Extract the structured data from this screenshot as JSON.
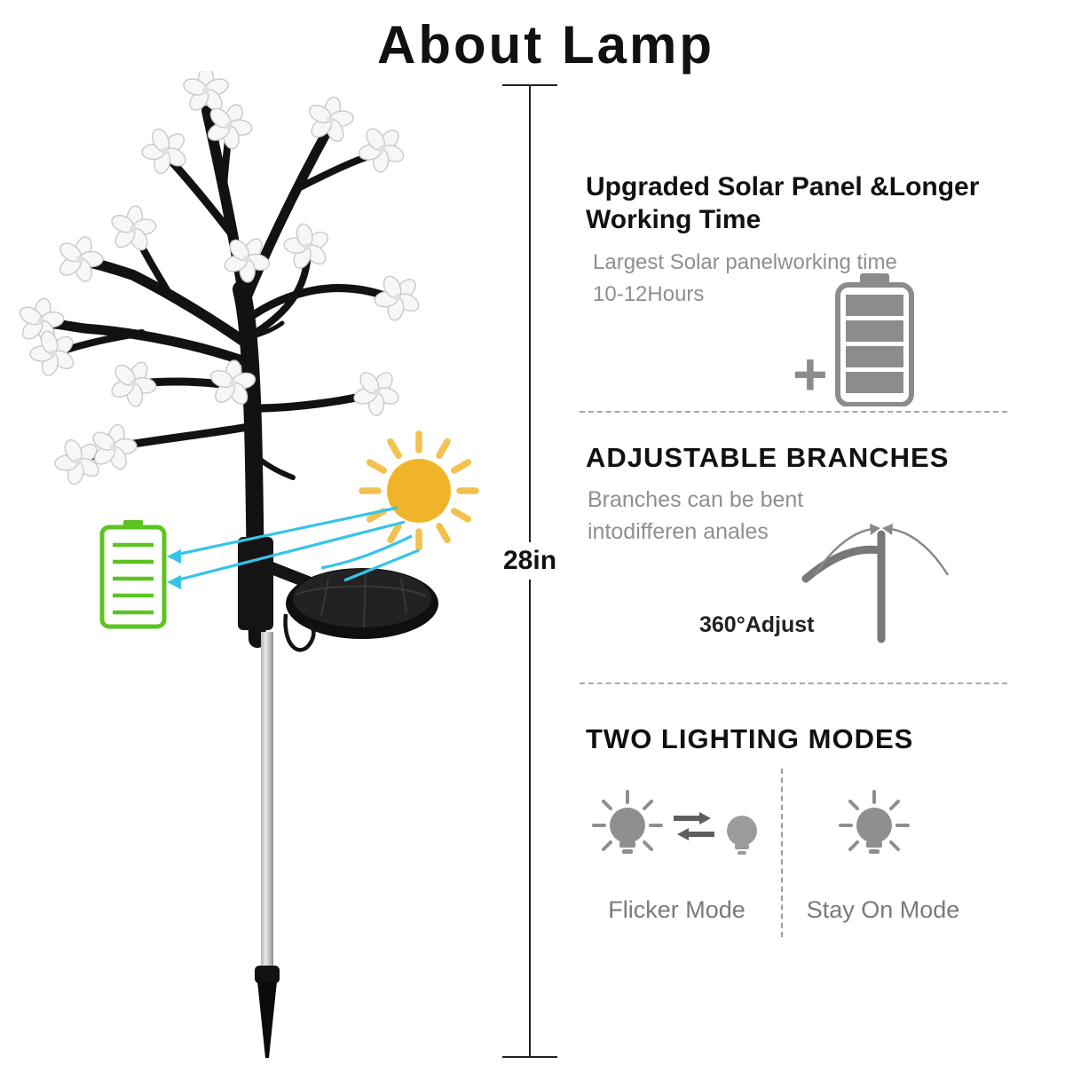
{
  "title": "About Lamp",
  "dimension_label": "28in",
  "solar_section": {
    "heading_line1": "Upgraded Solar Panel &Longer",
    "heading_line2": "Working Time",
    "body_line1": "Largest Solar panelworking time",
    "body_line2": "10-12Hours",
    "plus_sign": "+"
  },
  "branches_section": {
    "heading": "ADJUSTABLE BRANCHES",
    "body_line1": "Branches can be bent",
    "body_line2": "intodifferen anales",
    "adjust_label": "360°Adjust"
  },
  "modes_section": {
    "heading": "TWO LIGHTING MODES",
    "flicker_label": "Flicker Mode",
    "stay_label": "Stay On Mode"
  },
  "colors": {
    "sun_yellow": "#F0B429",
    "battery_green": "#5CC320",
    "arrow_cyan": "#35C4E8",
    "icon_gray": "#8C8C8C",
    "text_gray": "#8F8F8F"
  },
  "icons": {
    "sun": "sun-icon",
    "green_battery": "battery-charging-icon",
    "gray_battery": "battery-capacity-icon",
    "plus": "plus-icon",
    "branch_adjust": "branch-adjust-icon",
    "flicker_bulbs": "flicker-bulbs-icon",
    "stay_bulb": "stay-bulb-icon"
  }
}
